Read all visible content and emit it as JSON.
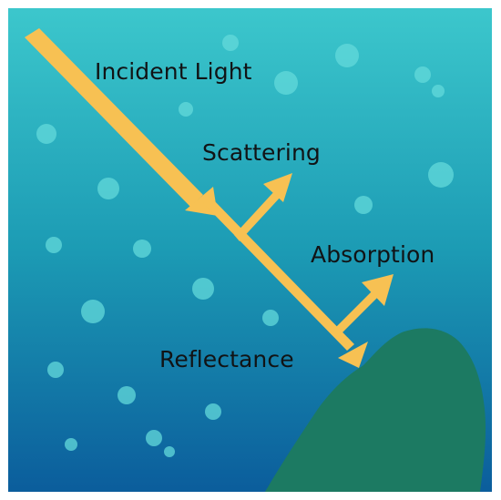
{
  "labels": {
    "incident_light": "Incident Light",
    "scattering": "Scattering",
    "absorption": "Absorption",
    "reflectance": "Reflectance"
  },
  "colors": {
    "water_top": "#3cc7cc",
    "water_mid": "#1c9bb4",
    "water_bottom": "#0b5d9c",
    "arrow": "#f7c153",
    "particle": "#63dadb",
    "seafloor": "#1c7a62",
    "text": "#111315"
  }
}
